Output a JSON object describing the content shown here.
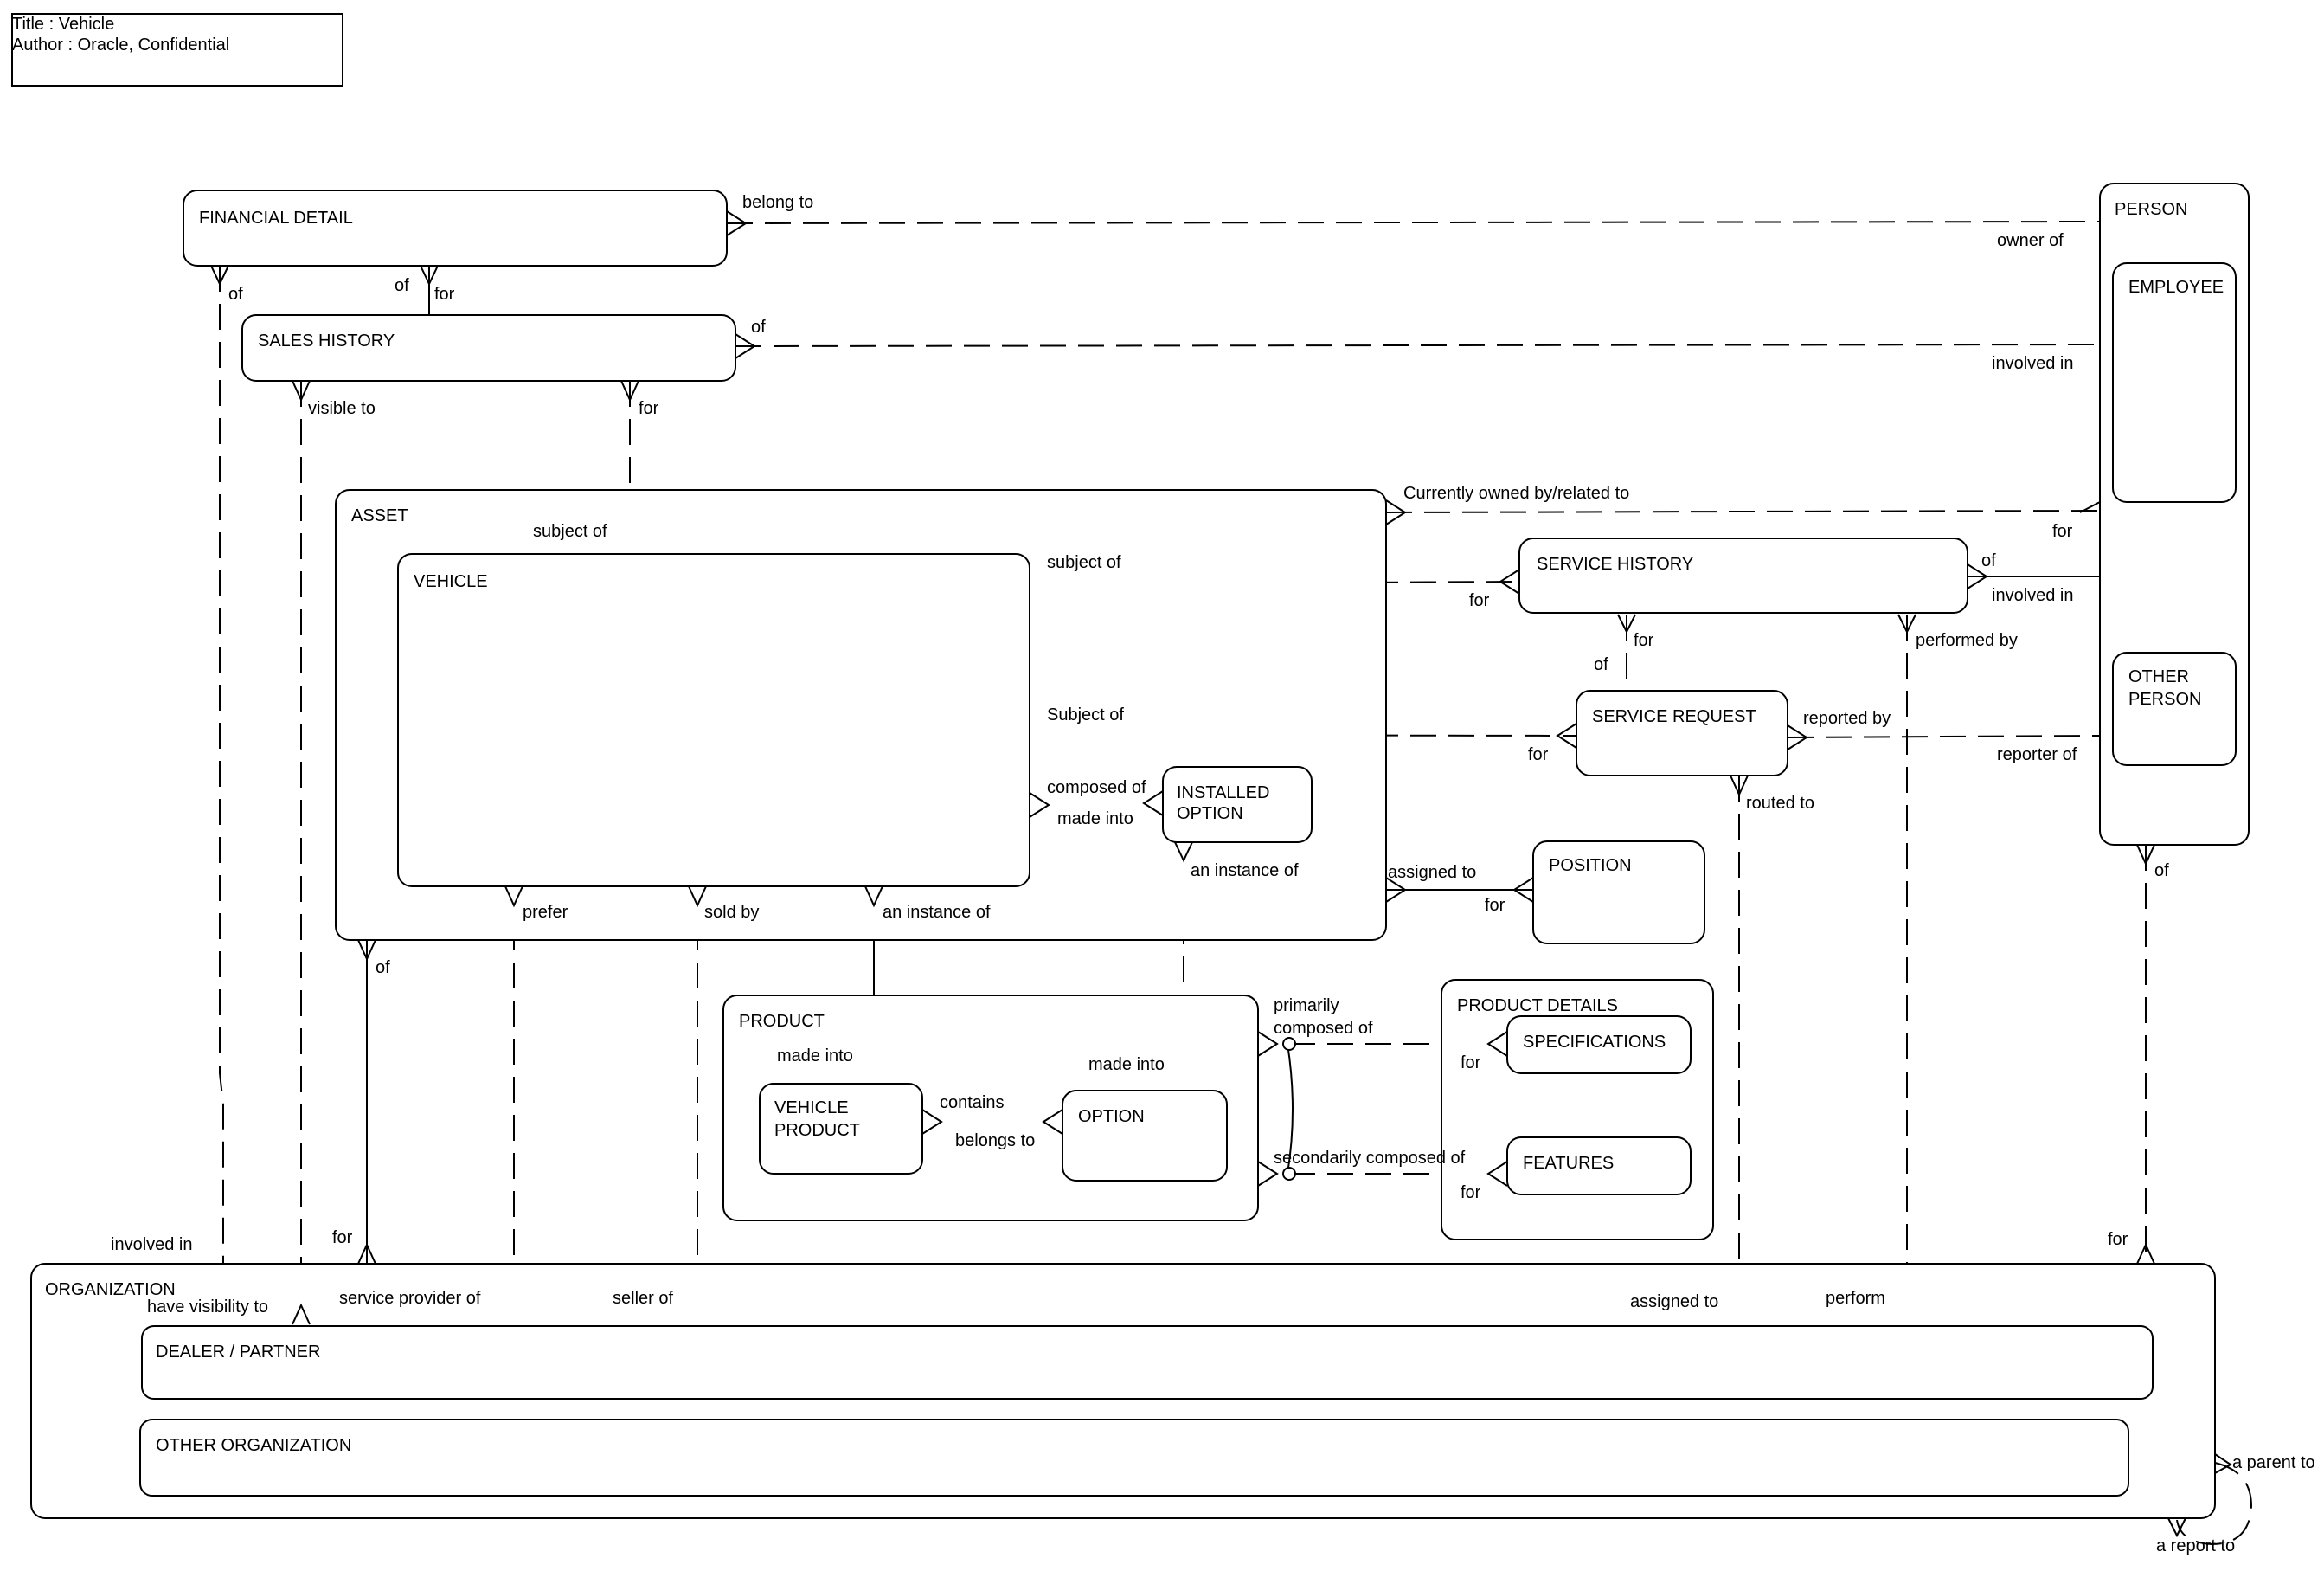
{
  "title_block": {
    "title_line": "Title : Vehicle",
    "author_line": "Author :  Oracle, Confidential"
  },
  "entities": {
    "financial_detail": "FINANCIAL DETAIL",
    "sales_history": "SALES HISTORY",
    "person": "PERSON",
    "employee": "EMPLOYEE",
    "other_person": [
      "OTHER",
      "PERSON"
    ],
    "asset": "ASSET",
    "vehicle": "VEHICLE",
    "service_history": "SERVICE HISTORY",
    "service_request": "SERVICE REQUEST",
    "installed_option": [
      "INSTALLED",
      "OPTION"
    ],
    "position": "POSITION",
    "product": "PRODUCT",
    "vehicle_product": [
      "VEHICLE",
      "PRODUCT"
    ],
    "option": "OPTION",
    "product_details": "PRODUCT DETAILS",
    "specifications": "SPECIFICATIONS",
    "features": "FEATURES",
    "organization": "ORGANIZATION",
    "dealer_partner": "DEALER / PARTNER",
    "other_organization": "OTHER ORGANIZATION"
  },
  "labels": {
    "belong_to": "belong to",
    "owner_of": "owner of",
    "fd_of": "of",
    "sh_of_top": "of",
    "sh_for_top": "for",
    "sh_of_right": "of",
    "involved_in_person": "involved in",
    "visible_to": "visible to",
    "sh_for_asset": "for",
    "subject_of_asset": "subject of",
    "currently_owned": "Currently owned by/related to",
    "person_for": "for",
    "vehicle_subject_of": "subject of",
    "svh_for": "for",
    "svh_of": "of",
    "svh_involved_in": "involved in",
    "svh_for_down": "for",
    "svr_of": "of",
    "performed_by": "performed by",
    "vehicle_subject_of2": "Subject of",
    "svr_for": "for",
    "reported_by": "reported by",
    "reporter_of": "reporter of",
    "composed_of": "composed of",
    "made_into_io": "made into",
    "routed_to": "routed to",
    "an_instance_of_io": "an instance of",
    "assigned_to_pos": "assigned to",
    "pos_for": "for",
    "prefer": "prefer",
    "sold_by": "sold by",
    "an_instance_of_vp": "an instance of",
    "asset_of": "of",
    "person_of": "of",
    "primarily": "primarily",
    "composed_of_p": "composed of",
    "made_into_vp": "made into",
    "made_into_opt": "made into",
    "contains": "contains",
    "belongs_to": "belongs to",
    "spec_for": "for",
    "secondarily": "secondarily composed of",
    "feat_for": "for",
    "involved_in_org": "involved in",
    "org_for": "for",
    "org_for_right": "for",
    "have_visibility": "have visibility to",
    "service_provider": "service provider of",
    "seller_of": "seller of",
    "assigned_to_org": "assigned to",
    "perform": "perform",
    "a_parent_to": "a parent to",
    "a_report_to": "a report to"
  }
}
